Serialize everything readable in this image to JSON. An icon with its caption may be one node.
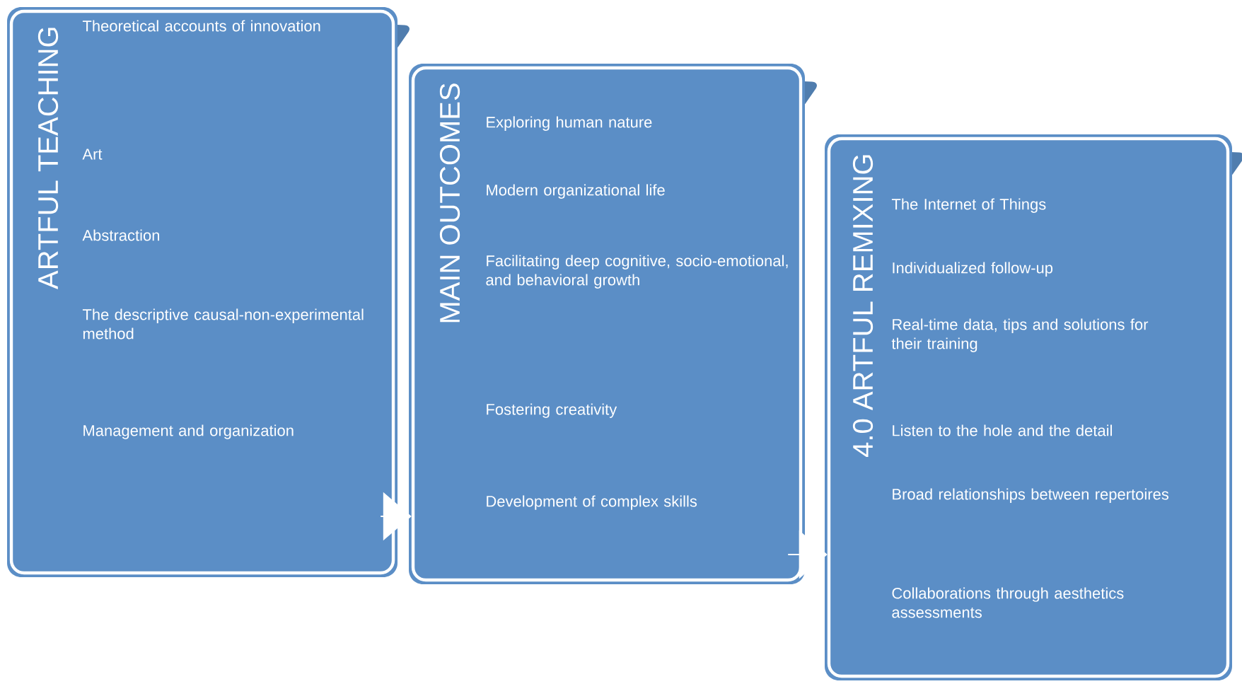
{
  "diagram": {
    "nodes": [
      {
        "text": [
          "ARTFUL TEACHING",
          "Theoretical accounts of innovation",
          "Art",
          "Abstraction",
          "The descriptive causal-non-experimental method",
          "Management and organization"
        ]
      },
      {
        "text": [
          "MAIN OUTCOMES",
          "Exploring human nature",
          "Modern organizational life",
          "Facilitating deep cognitive, socio-emotional, and behavioral growth",
          "Fostering creativity",
          "Development of complex skills"
        ]
      },
      {
        "text": [
          "4.0 ARTFUL REMIXING",
          "The Internet of Things",
          "Individualized follow-up",
          "Real-time data, tips and solutions for their training",
          "Listen to the hole and the detail",
          "Broad relationships between repertoires",
          "Collaborations through aesthetics assessments"
        ]
      }
    ],
    "edges": [
      {
        "from": 0,
        "to": 1,
        "arrow": "to"
      },
      {
        "from": 1,
        "to": 2,
        "arrow": "to"
      }
    ]
  }
}
